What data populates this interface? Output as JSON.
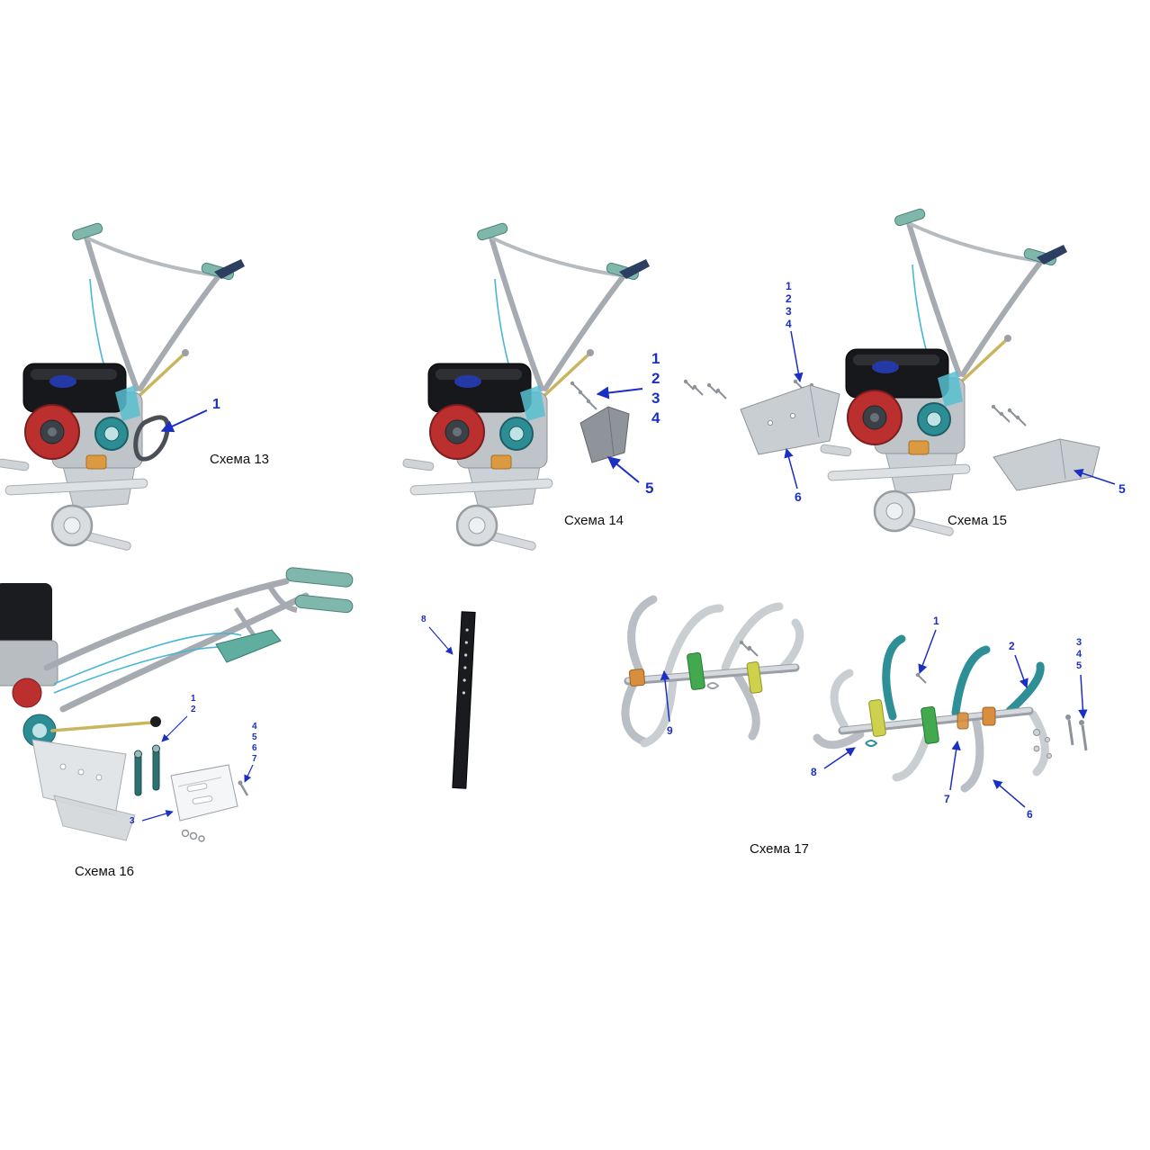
{
  "page": {
    "background_color": "#ffffff",
    "callout_color": "#1b2fc4",
    "label_color": "#101010"
  },
  "colors": {
    "callout_blue": "#1b2fc4",
    "machine_frame_gray": "#a6abb1",
    "grip_teal": "#7fb7ac",
    "pulley_teal": "#2d8d95",
    "engine_red": "#bc2f2f",
    "tank_black": "#17181b",
    "cable_cyan": "#49b6d6",
    "rod_yellow": "#c9b55e",
    "flange_green": "#43a94f",
    "flange_yellow": "#cdd14d",
    "hub_orange": "#d98e3e"
  },
  "schemes": {
    "s13": {
      "label": "Схема 13",
      "callouts": [
        "1"
      ]
    },
    "s14": {
      "label": "Схема 14",
      "callouts": [
        "1",
        "2",
        "3",
        "4",
        "5"
      ]
    },
    "s15": {
      "label": "Схема 15",
      "callouts": [
        "1",
        "2",
        "3",
        "4",
        "5",
        "6"
      ]
    },
    "s16": {
      "label": "Схема 16",
      "callouts": [
        "1",
        "2",
        "3",
        "4",
        "5",
        "6",
        "7",
        "8"
      ]
    },
    "s17": {
      "label": "Схема 17",
      "callouts": [
        "1",
        "2",
        "3",
        "4",
        "5",
        "6",
        "7",
        "8",
        "9"
      ]
    }
  }
}
